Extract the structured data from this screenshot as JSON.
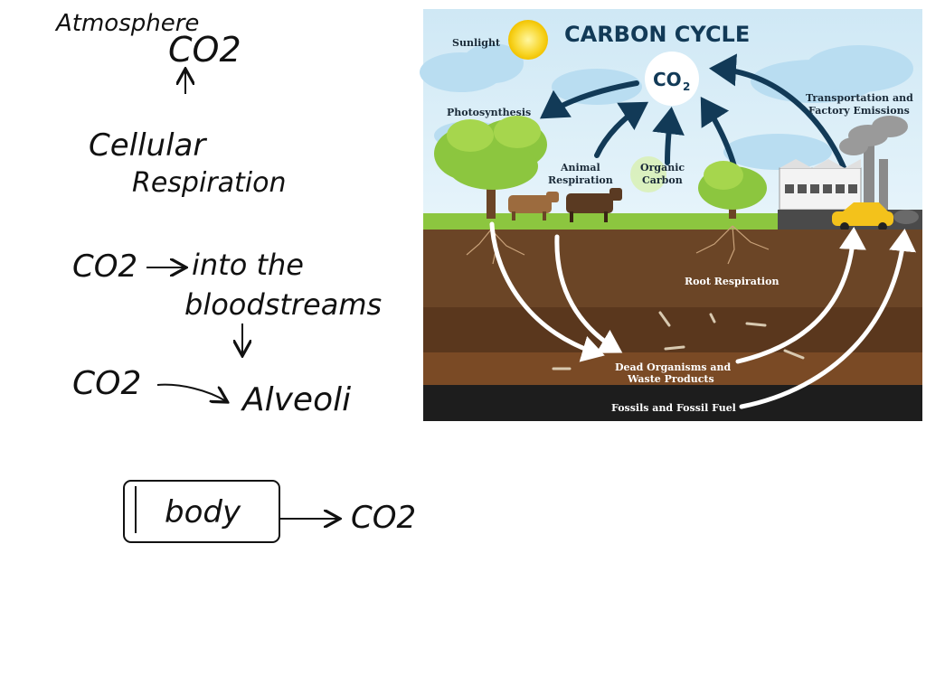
{
  "notes": {
    "atmosphere": "Atmosphere",
    "atm_co2": "CO2",
    "cellular": "Cellular",
    "respiration": "Respiration",
    "line3_co2": "CO2",
    "line3_text": "into the",
    "bloodstreams": "bloodstreams",
    "line4_co2": "CO2",
    "alveoli": "Alveoli",
    "body": "body",
    "body_out": "CO2"
  },
  "diagram": {
    "title": "CARBON CYCLE",
    "co2_main": "CO",
    "co2_sub": "2",
    "sunlight": "Sunlight",
    "photosynthesis": "Photosynthesis",
    "animal_respiration_1": "Animal",
    "animal_respiration_2": "Respiration",
    "organic_carbon_1": "Organic",
    "organic_carbon_2": "Carbon",
    "transport_1": "Transportation and",
    "transport_2": "Factory Emissions",
    "root_respiration": "Root Respiration",
    "dead_1": "Dead Organisms and",
    "dead_2": "Waste Products",
    "fossils": "Fossils and Fossil Fuel",
    "colors": {
      "sky": "#d9eef8",
      "soil_top": "#6b4526",
      "soil_mid": "#5a371d",
      "soil_low": "#7a4a25",
      "bedrock": "#1d1d1d",
      "arrow_dark": "#123a57"
    }
  }
}
